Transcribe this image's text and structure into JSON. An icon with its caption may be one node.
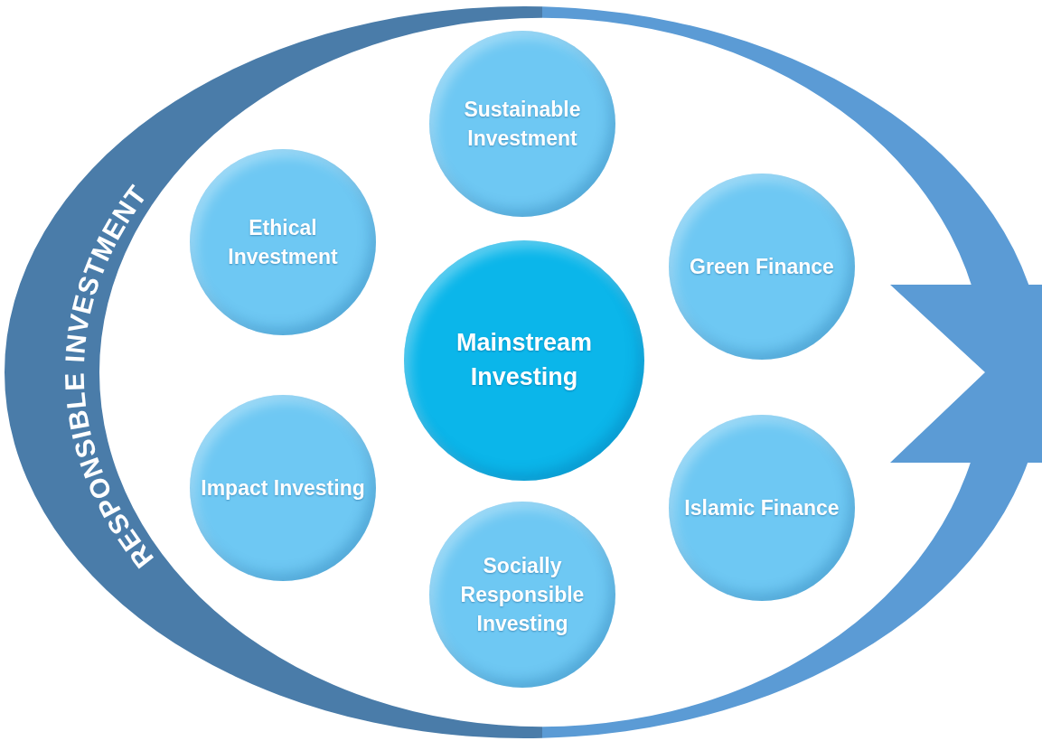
{
  "diagram": {
    "nodes": [
      {
        "text": [
          "RESPONSIBLE INVESTMENT"
        ]
      },
      {
        "text": [
          "Sustainable Investment"
        ],
        "in": 0
      },
      {
        "text": [
          "Ethical Investment"
        ],
        "in": 0
      },
      {
        "text": [
          "Green Finance"
        ],
        "in": 0
      },
      {
        "text": [
          "Mainstream Investing"
        ],
        "in": 0
      },
      {
        "text": [
          "Impact Investing"
        ],
        "in": 0
      },
      {
        "text": [
          "Islamic Finance"
        ],
        "in": 0
      },
      {
        "text": [
          "Socially Responsible Investing"
        ],
        "in": 0
      }
    ]
  }
}
